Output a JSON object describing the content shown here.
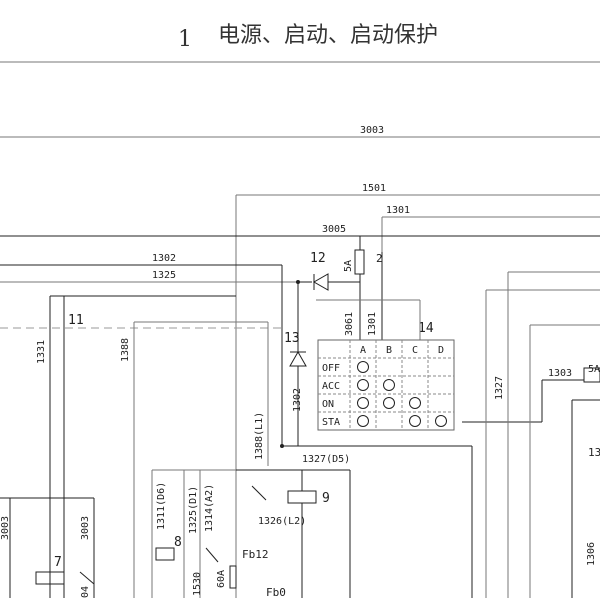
{
  "title": {
    "number": "1",
    "text": "电源、启动、启动保护"
  },
  "wires": {
    "w3003_top": "3003",
    "w1501": "1501",
    "w1301": "1301",
    "w3005": "3005",
    "w1302": "1302",
    "w1325": "1325",
    "w1331": "1331",
    "w1388": "1388",
    "w3061": "3061",
    "w1301v": "1301",
    "w1302v": "1302",
    "w1388L1": "1388(L1)",
    "w1327D5": "1327(D5)",
    "w1326L2": "1326(L2)",
    "w1327": "1327",
    "w1303": "1303",
    "w1306": "1306",
    "w3003a": "3003",
    "w3003b": "3003",
    "w1311D6": "1311(D6)",
    "w1325D1": "1325(D1)",
    "w1314A2": "1314(A2)",
    "w1530": "1530",
    "w60A": "60A",
    "fb12": "Fb12",
    "fb0": "Fb0",
    "w13": "13",
    "w5A_right": "5A",
    "w04": "04",
    "fuse_rating": "5A",
    "fuse_num": "2"
  },
  "components": {
    "c11": "11",
    "c12": "12",
    "c13": "13",
    "c14": "14",
    "c7": "7",
    "c8": "8",
    "c9": "9"
  },
  "switch_table": {
    "columns": [
      "A",
      "B",
      "C",
      "D"
    ],
    "rows": [
      "OFF",
      "ACC",
      "ON",
      "STA"
    ],
    "marks": [
      [
        1,
        0,
        0,
        0
      ],
      [
        1,
        1,
        0,
        0
      ],
      [
        1,
        1,
        1,
        0
      ],
      [
        1,
        0,
        1,
        1
      ]
    ]
  }
}
